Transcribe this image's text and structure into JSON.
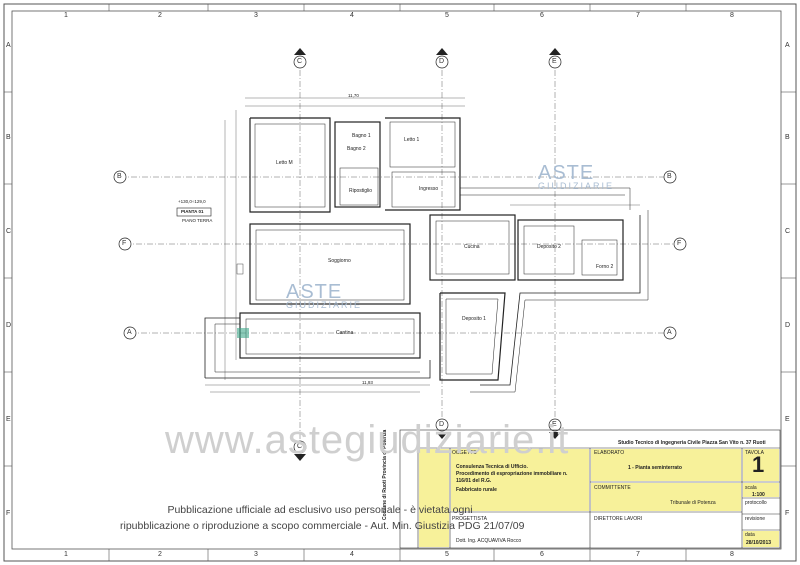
{
  "frame": {
    "col_labels": [
      "1",
      "2",
      "3",
      "4",
      "5",
      "6",
      "7",
      "8"
    ],
    "row_labels": [
      "A",
      "B",
      "C",
      "D",
      "E",
      "F"
    ]
  },
  "sections": [
    "A",
    "B",
    "C",
    "D",
    "E",
    "F"
  ],
  "rooms": [
    {
      "id": "letto-m",
      "label": "Letto M"
    },
    {
      "id": "bagno1",
      "label": "Bagno 1"
    },
    {
      "id": "bagno2",
      "label": "Bagno 2"
    },
    {
      "id": "letto1",
      "label": "Letto 1"
    },
    {
      "id": "ripostiglio",
      "label": "Ripostiglio"
    },
    {
      "id": "ingresso",
      "label": "Ingresso"
    },
    {
      "id": "soggiorno",
      "label": "Soggiorno"
    },
    {
      "id": "cucina",
      "label": "Cucina"
    },
    {
      "id": "deposito2",
      "label": "Deposito 2"
    },
    {
      "id": "forno",
      "label": "Forno 2"
    },
    {
      "id": "deposito1",
      "label": "Deposito 1"
    },
    {
      "id": "cantina",
      "label": "Cantina"
    }
  ],
  "plan_tag": {
    "elevation": "+130,0÷129,0",
    "name": "PIANTA 01",
    "sub": "PIANO TERRA"
  },
  "dimensions": {
    "top_total": "11,70",
    "bottom_total": "11,93"
  },
  "watermarks": {
    "site": "www.astegiudiziarie.it",
    "brand_top": "ASTE",
    "brand_bottom": "GIUDIZIARIE"
  },
  "notice": {
    "line1": "Pubblicazione ufficiale ad esclusivo uso personale - è vietata ogni",
    "line2": "ripubblicazione o riproduzione a scopo commerciale - Aut. Min. Giustizia PDG 21/07/09"
  },
  "title_block": {
    "studio": "Studio Tecnico di Ingegneria Civile   Piazza San Vito n. 37   Ruoti",
    "oggetto_label": "OGGETTO",
    "oggetto": [
      "Consulenza Tecnica di Ufficio.",
      "Procedimento di espropriazione immobiliare n.",
      "116/01 del R.G.",
      "Fabbricato rurale"
    ],
    "elaborato_label": "ELABORATO",
    "elaborato": "1 - Pianta seminterrato",
    "tavola_label": "TAVOLA",
    "tavola": "1",
    "committente_label": "COMMITTENTE",
    "committente": "Tribunale di Potenza",
    "progettista_label": "PROGETTISTA",
    "progettista": "Dott. Ing. ACQUAVIVA Rocco",
    "direttore_label": "DIRETTORE LAVORI",
    "scala_label": "scala",
    "scala": "1:100",
    "protocollo_label": "protocollo",
    "revisione_label": "revisione",
    "data_label": "data",
    "data": "28/10/2013",
    "side_text": "Comune di Ruoti  Provincia di Potenza"
  }
}
